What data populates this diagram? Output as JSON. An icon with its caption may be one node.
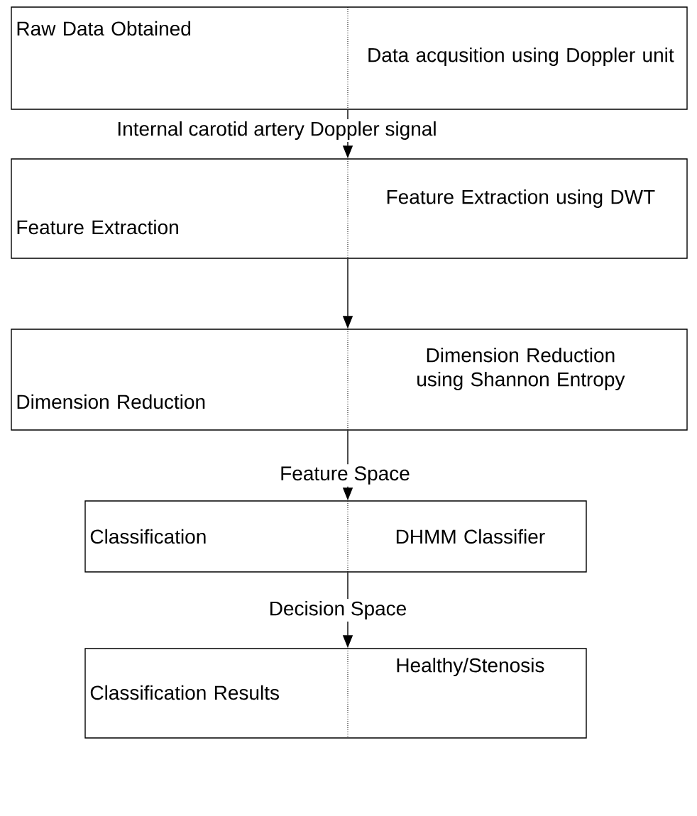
{
  "diagram": {
    "nodes": [
      {
        "text": [
          "Raw Data Obtained",
          "Data acqusition using Doppler unit"
        ]
      },
      {
        "text": [
          "Feature Extraction",
          "Feature Extraction using DWT"
        ]
      },
      {
        "text": [
          "Dimension Reduction",
          "Dimension Reduction using Shannon Entropy"
        ]
      },
      {
        "text": [
          "Classification",
          "DHMM Classifier"
        ]
      },
      {
        "text": [
          "Classification Results",
          "Healthy/Stenosis"
        ]
      }
    ],
    "edges": [
      {
        "from": 0,
        "to": 1,
        "arrow": "to",
        "label": "Internal  carotid artery Doppler signal"
      },
      {
        "from": 1,
        "to": 2,
        "arrow": "to"
      },
      {
        "from": 2,
        "to": 3,
        "arrow": "to",
        "label": "Feature Space"
      },
      {
        "from": 3,
        "to": 4,
        "arrow": "to",
        "label": "Decision Space"
      }
    ]
  }
}
